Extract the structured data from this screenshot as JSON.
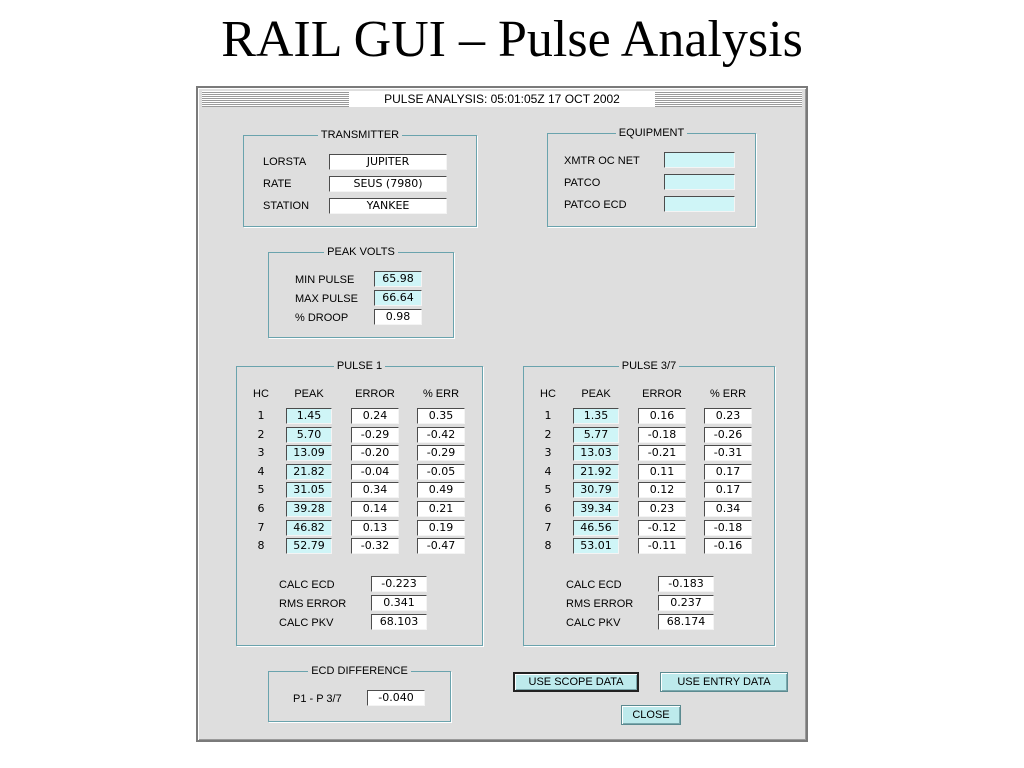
{
  "slide_title": "RAIL GUI – Pulse Analysis",
  "window_title": "PULSE ANALYSIS: 05:01:05Z 17 OCT 2002",
  "transmitter": {
    "title": "TRANSMITTER",
    "rows": [
      {
        "label": "LORSTA",
        "value": "JUPITER"
      },
      {
        "label": "RATE",
        "value": "SEUS (7980)"
      },
      {
        "label": "STATION",
        "value": "YANKEE"
      }
    ]
  },
  "equipment": {
    "title": "EQUIPMENT",
    "rows": [
      {
        "label": "XMTR OC NET",
        "value": ""
      },
      {
        "label": "PATCO",
        "value": ""
      },
      {
        "label": "PATCO ECD",
        "value": ""
      }
    ]
  },
  "peak_volts": {
    "title": "PEAK VOLTS",
    "rows": [
      {
        "label": "MIN PULSE",
        "value": "65.98"
      },
      {
        "label": "MAX PULSE",
        "value": "66.64"
      },
      {
        "label": "% DROOP",
        "value": "0.98"
      }
    ]
  },
  "pulse_columns": [
    "HC",
    "PEAK",
    "ERROR",
    "% ERR"
  ],
  "pulse1": {
    "title": "PULSE 1",
    "rows": [
      {
        "hc": "1",
        "peak": "1.45",
        "error": "0.24",
        "err": "0.35"
      },
      {
        "hc": "2",
        "peak": "5.70",
        "error": "-0.29",
        "err": "-0.42"
      },
      {
        "hc": "3",
        "peak": "13.09",
        "error": "-0.20",
        "err": "-0.29"
      },
      {
        "hc": "4",
        "peak": "21.82",
        "error": "-0.04",
        "err": "-0.05"
      },
      {
        "hc": "5",
        "peak": "31.05",
        "error": "0.34",
        "err": "0.49"
      },
      {
        "hc": "6",
        "peak": "39.28",
        "error": "0.14",
        "err": "0.21"
      },
      {
        "hc": "7",
        "peak": "46.82",
        "error": "0.13",
        "err": "0.19"
      },
      {
        "hc": "8",
        "peak": "52.79",
        "error": "-0.32",
        "err": "-0.47"
      }
    ],
    "summary": [
      {
        "label": "CALC ECD",
        "value": "-0.223"
      },
      {
        "label": "RMS ERROR",
        "value": "0.341"
      },
      {
        "label": "CALC PKV",
        "value": "68.103"
      }
    ]
  },
  "pulse37": {
    "title": "PULSE 3/7",
    "rows": [
      {
        "hc": "1",
        "peak": "1.35",
        "error": "0.16",
        "err": "0.23"
      },
      {
        "hc": "2",
        "peak": "5.77",
        "error": "-0.18",
        "err": "-0.26"
      },
      {
        "hc": "3",
        "peak": "13.03",
        "error": "-0.21",
        "err": "-0.31"
      },
      {
        "hc": "4",
        "peak": "21.92",
        "error": "0.11",
        "err": "0.17"
      },
      {
        "hc": "5",
        "peak": "30.79",
        "error": "0.12",
        "err": "0.17"
      },
      {
        "hc": "6",
        "peak": "39.34",
        "error": "0.23",
        "err": "0.34"
      },
      {
        "hc": "7",
        "peak": "46.56",
        "error": "-0.12",
        "err": "-0.18"
      },
      {
        "hc": "8",
        "peak": "53.01",
        "error": "-0.11",
        "err": "-0.16"
      }
    ],
    "summary": [
      {
        "label": "CALC ECD",
        "value": "-0.183"
      },
      {
        "label": "RMS ERROR",
        "value": "0.237"
      },
      {
        "label": "CALC PKV",
        "value": "68.174"
      }
    ]
  },
  "ecd_difference": {
    "title": "ECD DIFFERENCE",
    "label": "P1 - P 3/7",
    "value": "-0.040"
  },
  "buttons": {
    "use_scope": "USE SCOPE DATA",
    "use_entry": "USE ENTRY DATA",
    "close": "CLOSE"
  },
  "colors": {
    "window_bg": "#dedede",
    "field_cyan": "#cff5f7",
    "group_border": "#6aa3ad",
    "button_bg": "#bdeaec"
  }
}
